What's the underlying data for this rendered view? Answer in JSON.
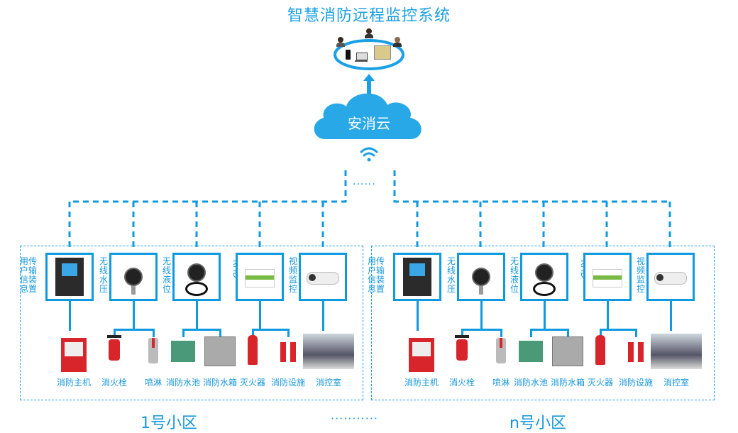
{
  "title": "智慧消防远程监控系统",
  "cloud": {
    "label": "安消云",
    "icon": "cloud-icon"
  },
  "monitor_center": {
    "icons": [
      "user-icon",
      "user-icon",
      "user-icon",
      "phone-icon",
      "laptop-icon",
      "monitor-wall-icon"
    ]
  },
  "colors": {
    "primary": "#0f9ae0",
    "cloud": "#29a8e8",
    "red": "#d8252b"
  },
  "connector_dots": "······",
  "zones_separator": "···········",
  "zones": [
    {
      "label": "1号小区",
      "devices": [
        {
          "label_lines": [
            "用传",
            "户输",
            "信装",
            "息置"
          ],
          "icon": "user-transmission-device-icon"
        },
        {
          "label_lines": [
            "无",
            "线",
            "水",
            "压"
          ],
          "icon": "wireless-pressure-sensor-icon"
        },
        {
          "label_lines": [
            "无",
            "线",
            "液",
            "位"
          ],
          "icon": "wireless-level-sensor-icon"
        },
        {
          "label_lines": [
            "RFID"
          ],
          "icon": "rfid-card-icon"
        },
        {
          "label_lines": [
            "视",
            "频",
            "监",
            "控"
          ],
          "icon": "security-camera-icon"
        }
      ],
      "equipment": [
        "消防主机",
        "消火栓",
        "喷淋",
        "消防水池",
        "消防水箱",
        "灭火器",
        "消防设施",
        "消控室"
      ]
    },
    {
      "label": "n号小区",
      "devices": [
        {
          "label_lines": [
            "用传",
            "户输",
            "信装",
            "息置"
          ],
          "icon": "user-transmission-device-icon"
        },
        {
          "label_lines": [
            "无",
            "线",
            "水",
            "压"
          ],
          "icon": "wireless-pressure-sensor-icon"
        },
        {
          "label_lines": [
            "无",
            "线",
            "液",
            "位"
          ],
          "icon": "wireless-level-sensor-icon"
        },
        {
          "label_lines": [
            "RFID"
          ],
          "icon": "rfid-card-icon"
        },
        {
          "label_lines": [
            "视",
            "频",
            "监",
            "控"
          ],
          "icon": "security-camera-icon"
        }
      ],
      "equipment": [
        "消防主机",
        "消火栓",
        "喷淋",
        "消防水池",
        "消防水箱",
        "灭火器",
        "消防设施",
        "消控室"
      ]
    }
  ]
}
